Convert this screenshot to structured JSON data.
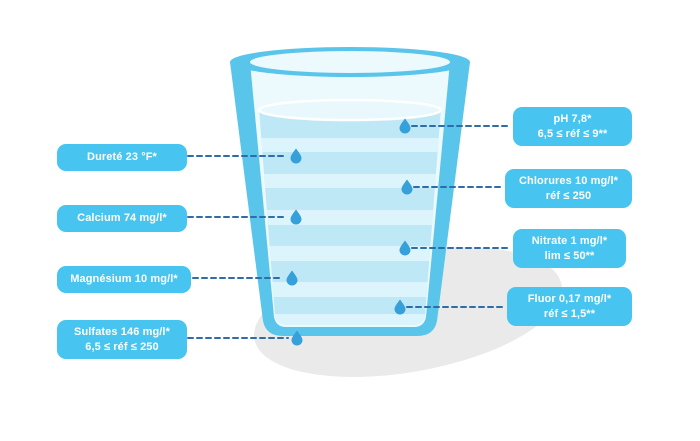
{
  "figure_title": "",
  "colors": {
    "pill_background": "#47C5F0",
    "pill_text": "#FFFFFF",
    "leader_line": "#2E6DA8",
    "glass": "#59C5EB",
    "water": "#BFE8F7",
    "water_stripe": "#DCF4FB",
    "water_surface": "#E8F8FD",
    "droplet": "#35A0DA",
    "shadow": "#EAEAEA",
    "background": "#FFFFFF"
  },
  "labels": {
    "durete": {
      "line1": "Dureté 23 °F*"
    },
    "calcium": {
      "line1": "Calcium 74 mg/l*"
    },
    "magnesium": {
      "line1": "Magnésium 10 mg/l*"
    },
    "sulfates": {
      "line1": "Sulfates 146 mg/l*",
      "line2": "6,5 ≤ réf ≤ 250"
    },
    "ph": {
      "line1": "pH 7,8*",
      "line2": "6,5 ≤ réf ≤ 9**"
    },
    "chlorures": {
      "line1": "Chlorures 10 mg/l*",
      "line2": "réf ≤ 250"
    },
    "nitrate": {
      "line1": "Nitrate 1 mg/l*",
      "line2": "lim ≤ 50**"
    },
    "fluor": {
      "line1": "Fluor 0,17 mg/l*",
      "line2": "réf ≤ 1,5**"
    }
  }
}
